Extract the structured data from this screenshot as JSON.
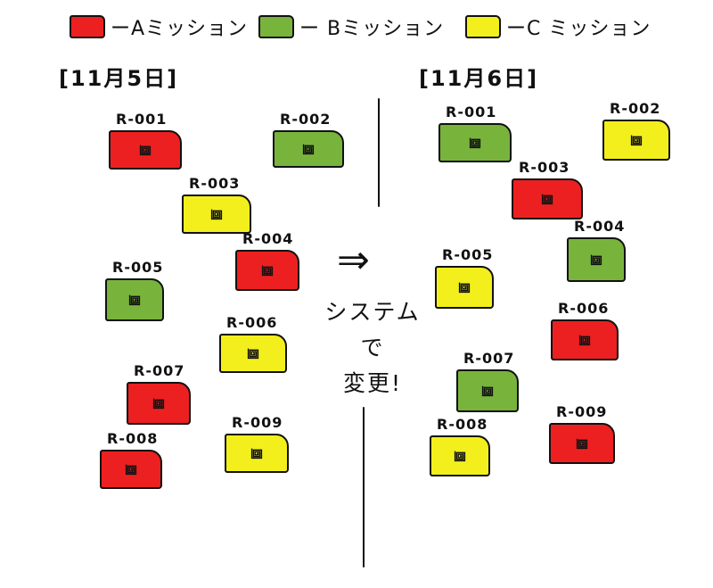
{
  "colors": {
    "A": "#ec2020",
    "B": "#78b43c",
    "C": "#f2ef1c"
  },
  "legend": [
    {
      "key": "A",
      "label": "ーAミッション"
    },
    {
      "key": "B",
      "label": "ー Bミッション"
    },
    {
      "key": "C",
      "label": "ーC ミッション"
    }
  ],
  "left": {
    "date": "[11月5日]",
    "robots": [
      {
        "id": "R-001",
        "mission": "A"
      },
      {
        "id": "R-002",
        "mission": "B"
      },
      {
        "id": "R-003",
        "mission": "C"
      },
      {
        "id": "R-004",
        "mission": "A"
      },
      {
        "id": "R-005",
        "mission": "B"
      },
      {
        "id": "R-006",
        "mission": "C"
      },
      {
        "id": "R-007",
        "mission": "A"
      },
      {
        "id": "R-008",
        "mission": "A"
      },
      {
        "id": "R-009",
        "mission": "C"
      }
    ]
  },
  "right": {
    "date": "[11月6日]",
    "robots": [
      {
        "id": "R-001",
        "mission": "B"
      },
      {
        "id": "R-002",
        "mission": "C"
      },
      {
        "id": "R-003",
        "mission": "A"
      },
      {
        "id": "R-004",
        "mission": "B"
      },
      {
        "id": "R-005",
        "mission": "C"
      },
      {
        "id": "R-006",
        "mission": "A"
      },
      {
        "id": "R-007",
        "mission": "B"
      },
      {
        "id": "R-008",
        "mission": "C"
      },
      {
        "id": "R-009",
        "mission": "A"
      }
    ]
  },
  "arrow": "⇒",
  "note_line1": "システムで",
  "note_line2": "変更!",
  "robot_icon": "spiral-icon"
}
